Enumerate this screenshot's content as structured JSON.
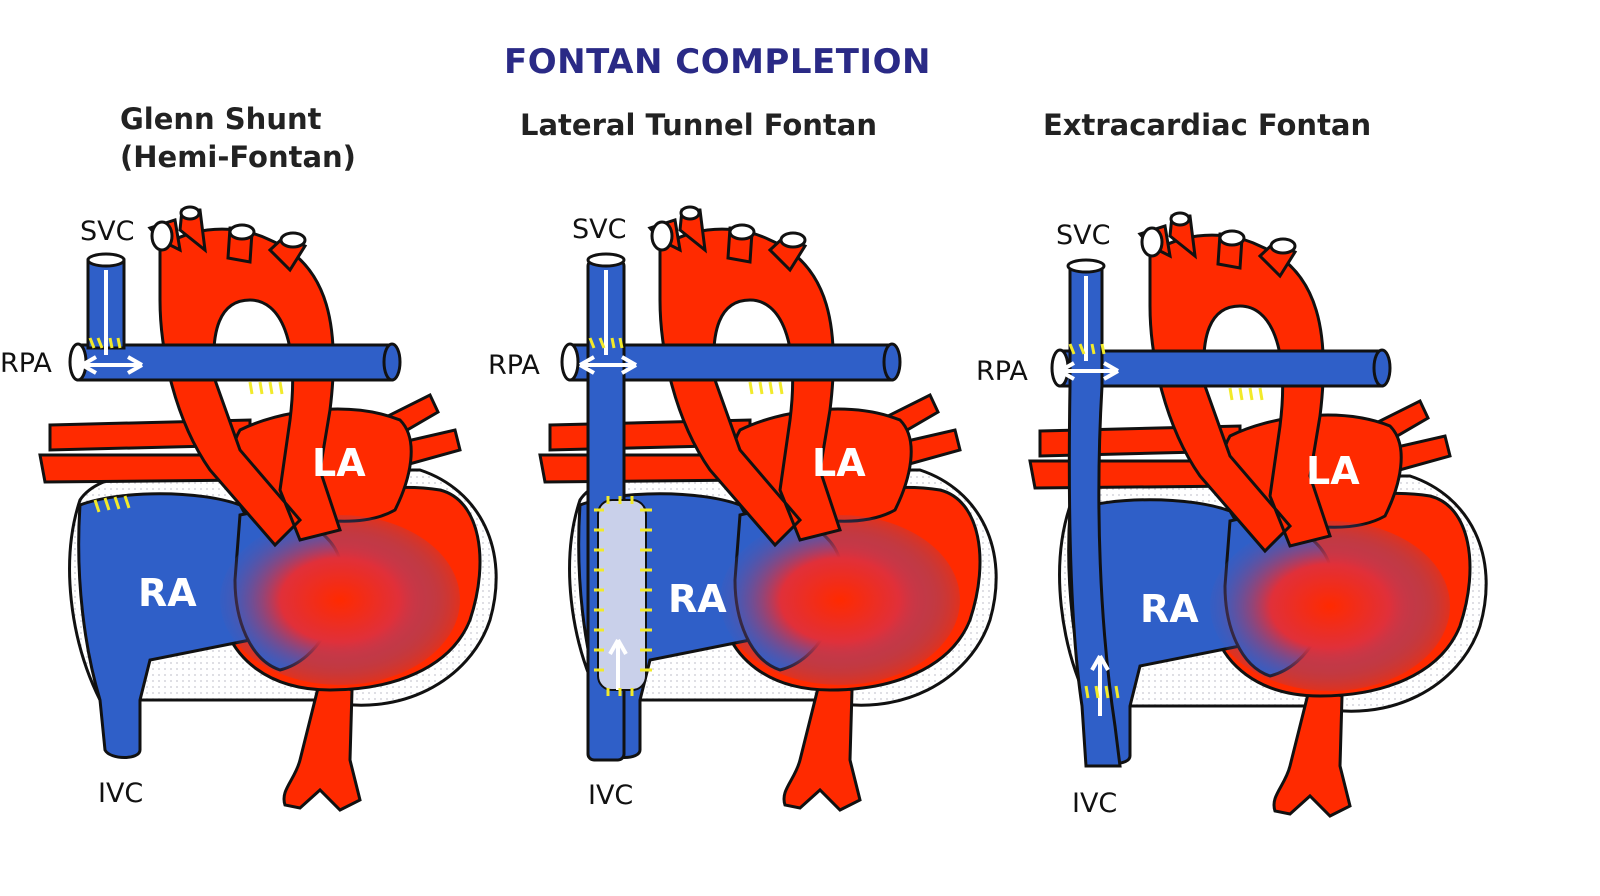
{
  "title": "FONTAN COMPLETION",
  "panels": [
    {
      "title_line1": "Glenn Shunt",
      "title_line2": "(Hemi-Fontan)",
      "labels": {
        "svc": "SVC",
        "rpa": "RPA",
        "la": "LA",
        "ra": "RA",
        "ivc": "IVC"
      }
    },
    {
      "title_line1": "Lateral Tunnel Fontan",
      "labels": {
        "svc": "SVC",
        "rpa": "RPA",
        "la": "LA",
        "ra": "RA",
        "ivc": "IVC"
      }
    },
    {
      "title_line1": "Extracardiac Fontan",
      "labels": {
        "svc": "SVC",
        "rpa": "RPA",
        "la": "LA",
        "ra": "RA",
        "ivc": "IVC"
      }
    }
  ],
  "colors": {
    "oxygenated": "#ff2a00",
    "deoxygenated": "#2f5fc8",
    "suture": "#f2ea2a",
    "outline": "#111111",
    "title": "#2a2a86"
  }
}
